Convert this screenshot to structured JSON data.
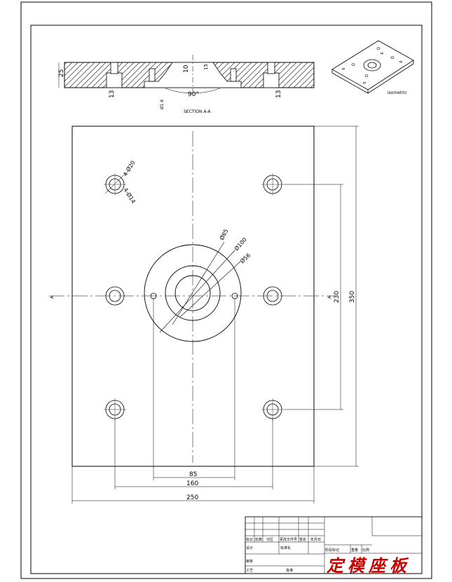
{
  "section_view": {
    "label": "SECTION A-A",
    "dims": {
      "thickness": "25",
      "left_hole": "13",
      "right_hole": "13",
      "recess": "10",
      "angle": "90°",
      "small": "15",
      "bottom_note": "Ø1.6"
    }
  },
  "iso_view": {
    "label": "isometric"
  },
  "plan_view": {
    "dims": {
      "top_hole_a": "4-Ø20",
      "top_hole_b": "4-Ø14",
      "d_outer": "Ø85",
      "d_mid": "Ø100",
      "d_inner": "Ø56",
      "height_inner": "230",
      "height_outer": "350",
      "width_inner": "85",
      "width_mid": "160",
      "width_outer": "250"
    },
    "section_marks": [
      "A",
      "A"
    ]
  },
  "title_block": {
    "cells": [
      "标记",
      "处数",
      "分区",
      "更改文件号",
      "签名",
      "年月日",
      "设计",
      "标准化",
      "审核",
      "工艺",
      "批准",
      "阶段标记",
      "重量",
      "比例"
    ],
    "title": "定模座板"
  }
}
